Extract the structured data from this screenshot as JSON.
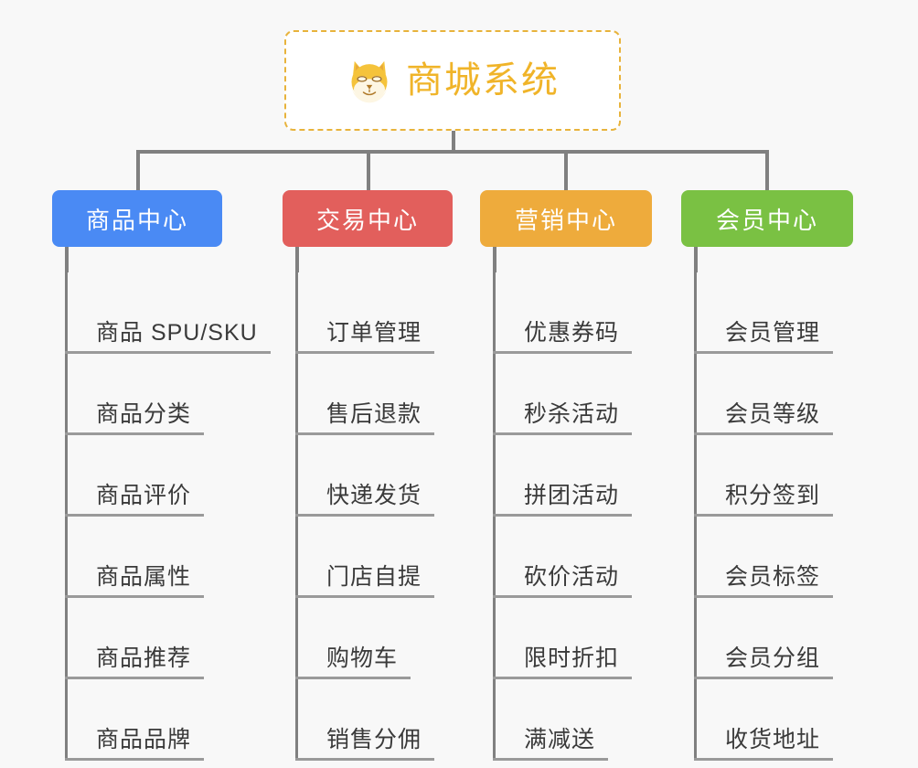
{
  "background_color": "#f8f8f8",
  "root": {
    "title": "商城系统",
    "icon": "shiba-dog-face-icon",
    "text_color": "#f0b429",
    "border_color": "#e8b33c"
  },
  "connector_color": "#808080",
  "columns": [
    {
      "header": "商品中心",
      "color": "#4a8af4",
      "items": [
        "商品 SPU/SKU",
        "商品分类",
        "商品评价",
        "商品属性",
        "商品推荐",
        "商品品牌"
      ]
    },
    {
      "header": "交易中心",
      "color": "#e25f5c",
      "items": [
        "订单管理",
        "售后退款",
        "快递发货",
        "门店自提",
        "购物车",
        "销售分佣"
      ]
    },
    {
      "header": "营销中心",
      "color": "#eeab3c",
      "items": [
        "优惠券码",
        "秒杀活动",
        "拼团活动",
        "砍价活动",
        "限时折扣",
        "满减送"
      ]
    },
    {
      "header": "会员中心",
      "color": "#7ac143",
      "items": [
        "会员管理",
        "会员等级",
        "积分签到",
        "会员标签",
        "会员分组",
        "收货地址"
      ]
    }
  ]
}
